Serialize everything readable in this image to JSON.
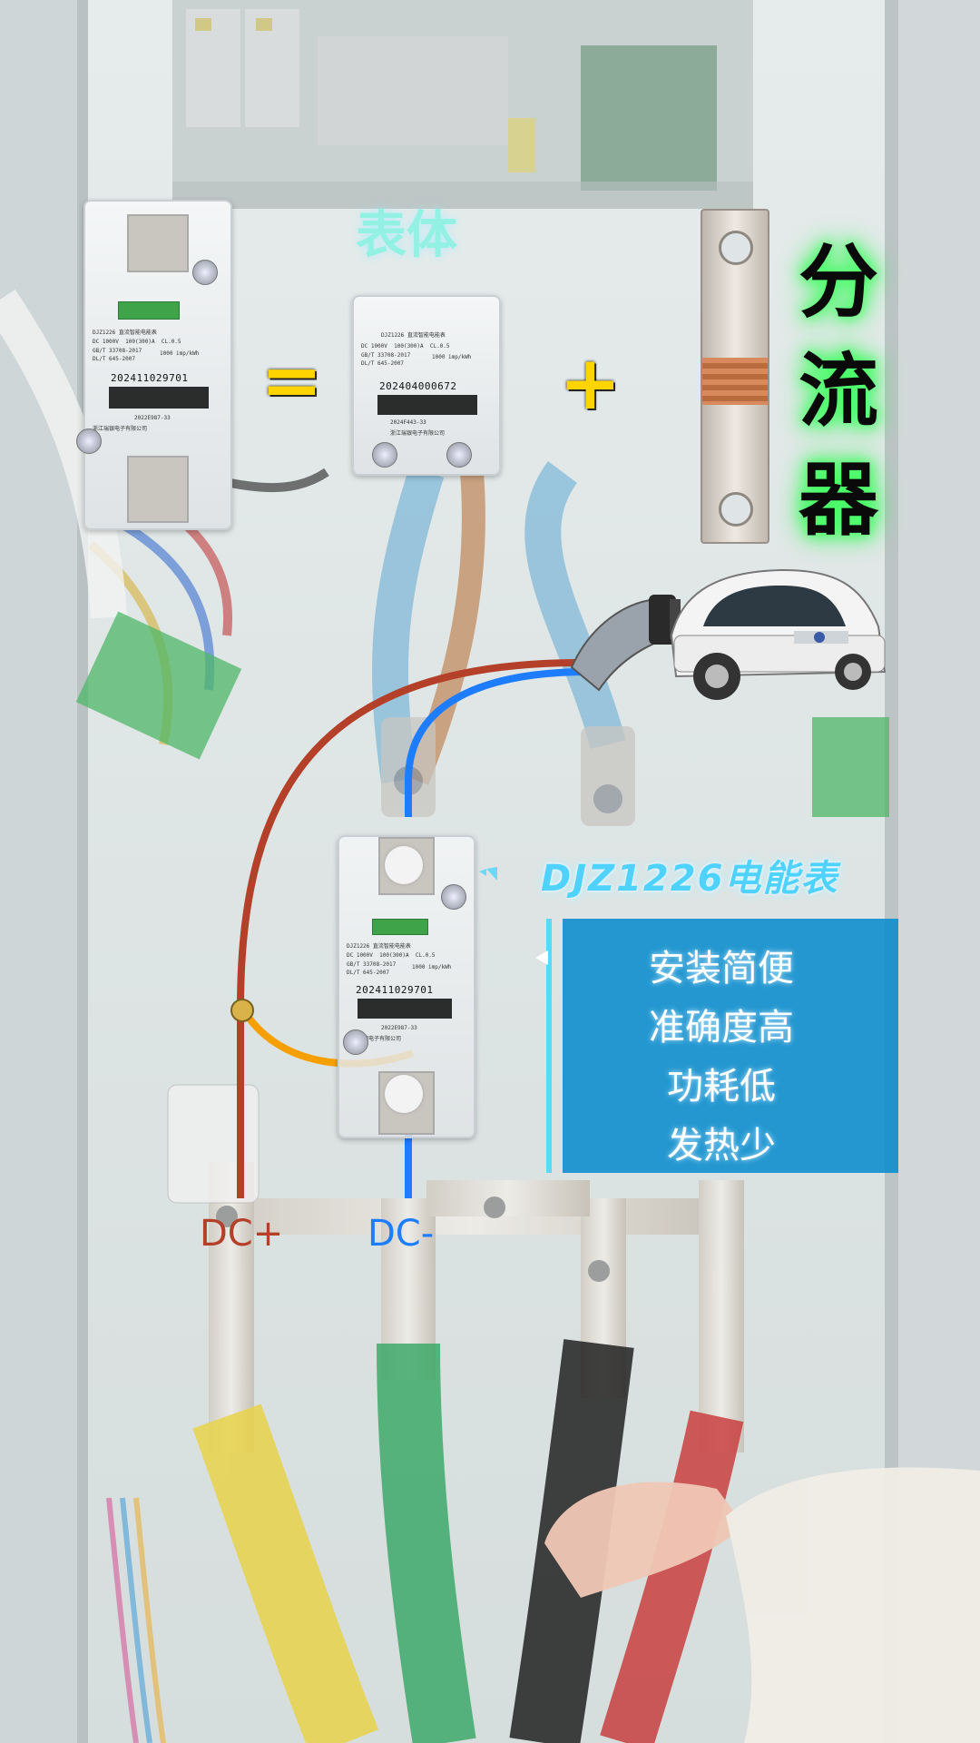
{
  "headline": "表体",
  "shunt_label_chars": [
    "分",
    "流",
    "器"
  ],
  "equation": {
    "equals": "=",
    "plus": "+"
  },
  "meter_name": "DJZ1226电能表",
  "features": [
    "安装简便",
    "准确度高",
    "功耗低",
    "发热少"
  ],
  "dc_labels": {
    "positive": "DC+",
    "negative": "DC-"
  },
  "meters": {
    "left": {
      "model": "DJZ1226 直流智能电能表",
      "spec": "DC 1000V  100(300)A  CL.0.5",
      "standards": "GB/T 33708-2017\nDL/T 645-2007",
      "const": "1000 imp/kWh",
      "serial": "202411029701",
      "cert": "2022E987-33",
      "maker": "浙江瑞银电子有限公司"
    },
    "middle": {
      "model": "DJZ1226 直流智能电能表",
      "spec": "DC 1000V  100(300)A  CL.0.5",
      "standards": "GB/T 33708-2017\nDL/T 645-2007",
      "const": "1000 imp/kWh",
      "serial": "202404000672",
      "cert": "2024F443-33",
      "maker": "浙江瑞银电子有限公司"
    },
    "bottom": {
      "model": "DJZ1226 直流智能电能表",
      "spec": "DC 1000V  100(300)A  CL.0.5",
      "standards": "GB/T 33708-2017\nDL/T 645-2007",
      "const": "1000 imp/kWh",
      "serial": "202411029701",
      "cert": "2022E987-33",
      "maker": "浙江瑞银电子有限公司"
    }
  },
  "colors": {
    "glow_green": "#39ff5b",
    "dc_positive": "#b5402a",
    "dc_negative": "#1e7cff",
    "jumper_orange": "#f5a000",
    "panel_blue": "#0a8ccd",
    "symbol_yellow": "#ffd400"
  }
}
